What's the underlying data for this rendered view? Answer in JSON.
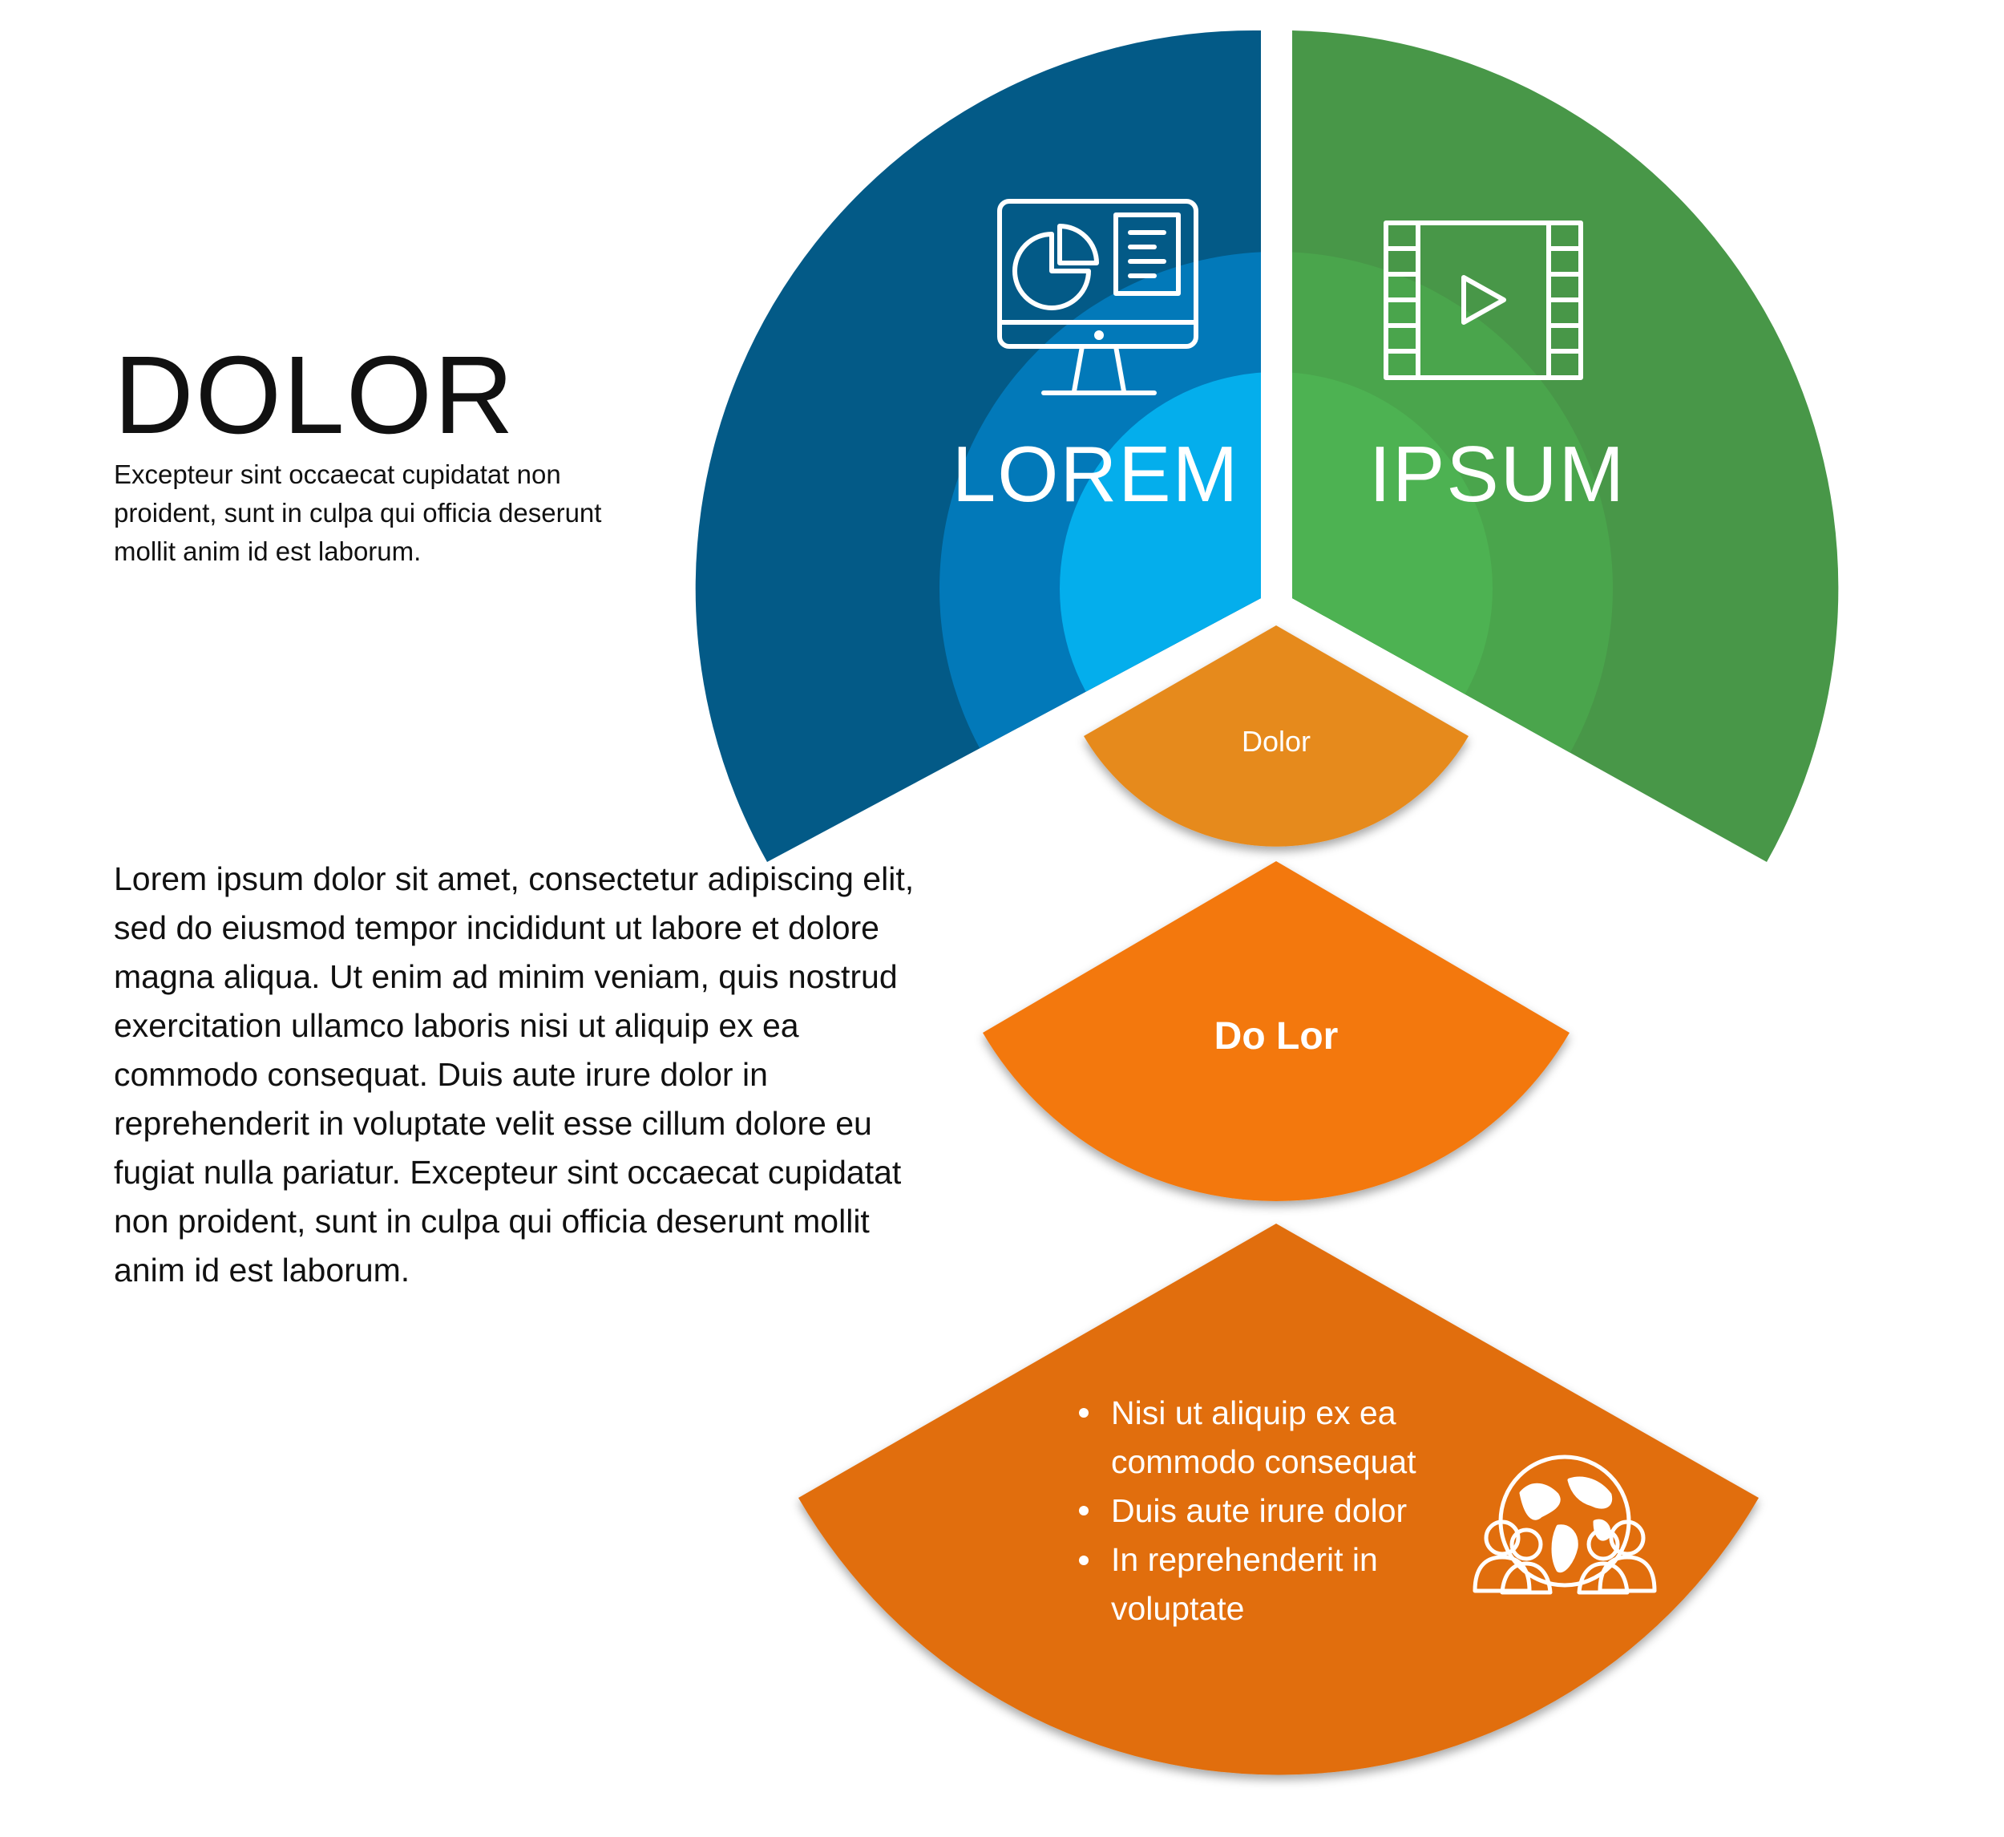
{
  "headline": "DOLOR",
  "subtext": "Excepteur sint occaecat cupidatat non proident, sunt in culpa qui officia deserunt mollit anim id est laborum.",
  "body_paragraph": "Lorem ipsum dolor sit amet, consectetur adipiscing elit, sed do eiusmod tempor incididunt ut labore et dolore magna aliqua. Ut enim ad minim veniam, quis nostrud exercitation ullamco laboris nisi ut aliquip ex ea commodo consequat. Duis aute irure dolor in reprehenderit in voluptate velit esse cillum dolore eu fugiat nulla pariatur. Excepteur sint occaecat cupidatat non proident, sunt in culpa qui officia deserunt mollit anim id est laborum.",
  "segments": {
    "left": {
      "label": "LOREM",
      "icon": "monitor-chart-icon"
    },
    "right": {
      "label": "IPSUM",
      "icon": "film-play-icon"
    },
    "bottom_inner": {
      "label": "Dolor"
    },
    "bottom_middle": {
      "label": "Do Lor"
    },
    "bottom_outer": {
      "icon": "globe-people-icon",
      "bullets": [
        "Nisi ut aliquip ex ea",
        "commodo consequat",
        "Duis aute irure dolor",
        "In reprehenderit in",
        "voluptate"
      ]
    }
  },
  "colors": {
    "blue_outer": "#035A87",
    "blue_mid": "#0279B9",
    "blue_inner": "#04AEEC",
    "green_outer": "#489748",
    "green_inner": "#4DB252",
    "orange_inner": "#E68A1E",
    "orange_middle": "#F3780B",
    "orange_outer": "#E16E09"
  }
}
